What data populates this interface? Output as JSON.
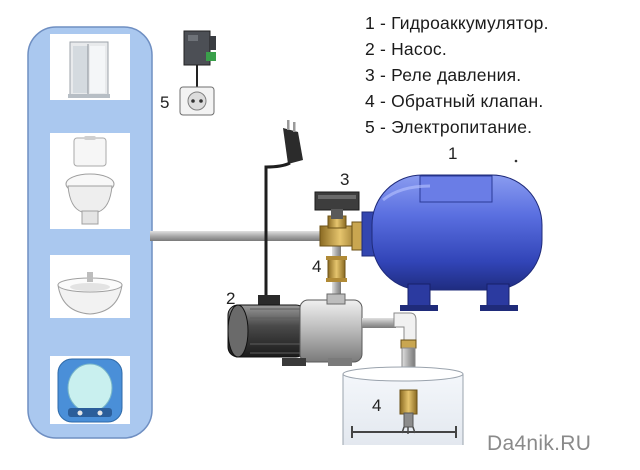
{
  "legend": [
    "1 - Гидроаккумулятор.",
    "2 - Насос.",
    "3 - Реле давления.",
    "4 - Обратный клапан.",
    "5 - Электропитание."
  ],
  "callouts": {
    "accumulator": "1",
    "pump": "2",
    "pressure_switch": "3",
    "check_valve_top": "4",
    "check_valve_bottom": "4",
    "power": "5"
  },
  "watermark": "Da4nik.RU",
  "consumers": [
    "shower-cabin",
    "toilet",
    "washbasin",
    "water-heater"
  ],
  "colors": {
    "consumer_panel": "#aac8ef",
    "tank": "#3f54c8",
    "pipe": "#b5b5b5",
    "brass": "#c7a24a"
  }
}
